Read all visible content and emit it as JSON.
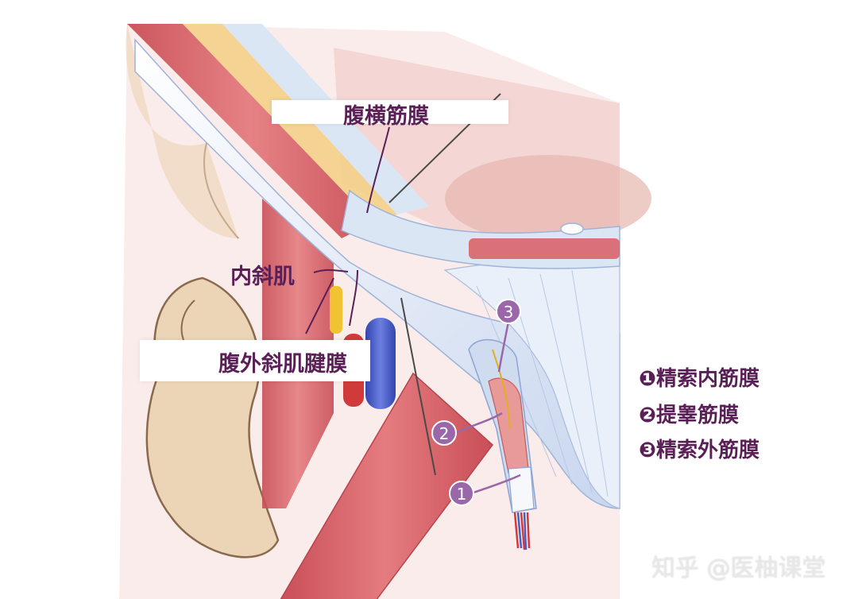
{
  "labels": {
    "transversalis_fascia": "腹横筋膜",
    "internal_oblique": "内斜肌",
    "external_oblique_aponeurosis": "腹外斜肌腱膜"
  },
  "markers": [
    "1",
    "2",
    "3"
  ],
  "legend": [
    {
      "symbol": "❶",
      "text": "精索内筋膜"
    },
    {
      "symbol": "❷",
      "text": "提睾筋膜"
    },
    {
      "symbol": "❸",
      "text": "精索外筋膜"
    }
  ],
  "watermark": "知乎 @医柚课堂",
  "colors": {
    "label_text": "#5a1f56",
    "marker": "#9a67a8",
    "muscle": "#d9636a",
    "fascia": "#dbe6f5",
    "bone": "#ecd4b6",
    "vein": "#4a5cc8",
    "artery": "#d03a3a"
  }
}
